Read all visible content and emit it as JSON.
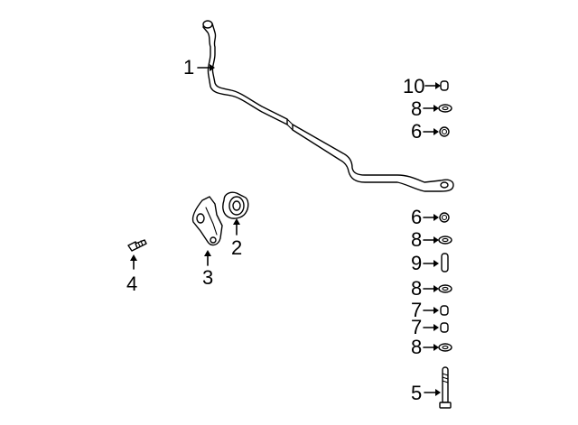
{
  "diagram": {
    "callouts": [
      {
        "id": "c1",
        "label": "1"
      },
      {
        "id": "c2",
        "label": "2"
      },
      {
        "id": "c3",
        "label": "3"
      },
      {
        "id": "c4",
        "label": "4"
      },
      {
        "id": "c10",
        "label": "10"
      },
      {
        "id": "c8a",
        "label": "8"
      },
      {
        "id": "c6a",
        "label": "6"
      },
      {
        "id": "c6b",
        "label": "6"
      },
      {
        "id": "c8b",
        "label": "8"
      },
      {
        "id": "c9",
        "label": "9"
      },
      {
        "id": "c8c",
        "label": "8"
      },
      {
        "id": "c7a",
        "label": "7"
      },
      {
        "id": "c7b",
        "label": "7"
      },
      {
        "id": "c8d",
        "label": "8"
      },
      {
        "id": "c5",
        "label": "5"
      }
    ]
  }
}
